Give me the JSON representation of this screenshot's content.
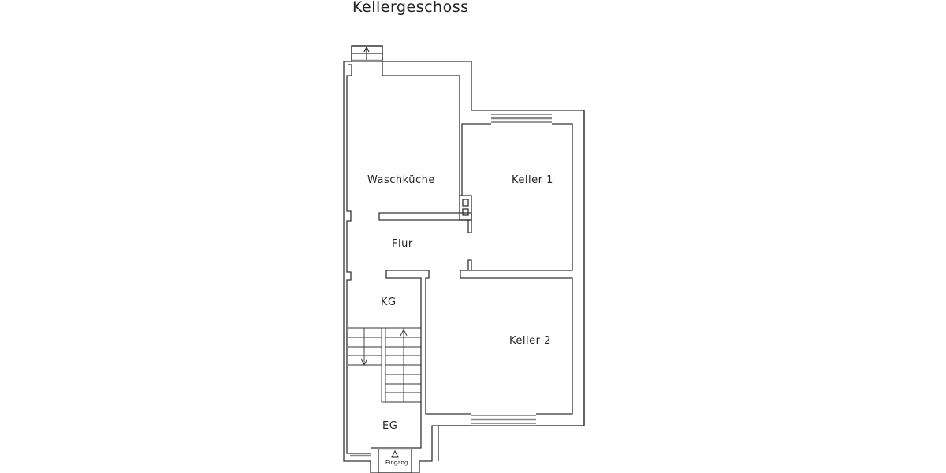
{
  "plan": {
    "title": "Kellergeschoss",
    "rooms": [
      {
        "id": "waschkueche",
        "label": "Waschküche"
      },
      {
        "id": "keller1",
        "label": "Keller 1"
      },
      {
        "id": "flur",
        "label": "Flur"
      },
      {
        "id": "kg",
        "label": "KG"
      },
      {
        "id": "keller2",
        "label": "Keller 2"
      },
      {
        "id": "eg",
        "label": "EG"
      }
    ],
    "entrance": {
      "label": "Eingang",
      "icon": "triangle-up-icon"
    },
    "colors": {
      "wall": "#333333",
      "window": "#888888",
      "background": "#ffffff"
    }
  }
}
